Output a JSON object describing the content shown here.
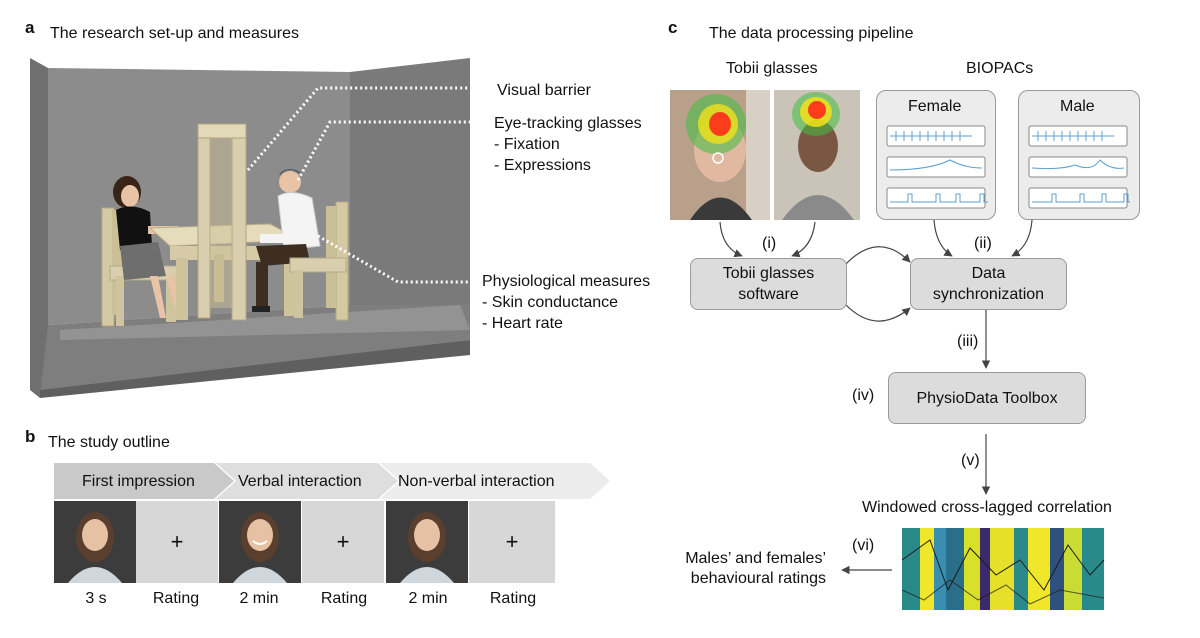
{
  "panel_a": {
    "label": "a",
    "title": "The research set-up and measures",
    "annotations": {
      "visual_barrier": "Visual barrier",
      "eye_tracking": "Eye-tracking glasses",
      "fixation": "- Fixation",
      "expressions": "- Expressions",
      "physiological": "Physiological measures",
      "skin_conductance": "- Skin conductance",
      "heart_rate": "- Heart rate"
    }
  },
  "panel_b": {
    "label": "b",
    "title": "The study outline",
    "phases": [
      "First impression",
      "Verbal interaction",
      "Non-verbal interaction"
    ],
    "tile_symbol": "+",
    "captions": [
      "3 s",
      "Rating",
      "2 min",
      "Rating",
      "2 min",
      "Rating"
    ]
  },
  "panel_c": {
    "label": "c",
    "title": "The data processing pipeline",
    "tobii_heading": "Tobii glasses",
    "biopac_heading": "BIOPACs",
    "female": "Female",
    "male": "Male",
    "tobii_software_line1": "Tobii glasses",
    "tobii_software_line2": "software",
    "data_sync_line1": "Data",
    "data_sync_line2": "synchronization",
    "toolbox": "PhysioData Toolbox",
    "wclc": "Windowed cross-lagged correlation",
    "ratings_line1": "Males’ and females’",
    "ratings_line2": "behavioural ratings",
    "steps": [
      "(i)",
      "(ii)",
      "(iii)",
      "(iv)",
      "(v)",
      "(vi)"
    ]
  },
  "colors": {
    "wall": "#8a8a8a",
    "wood": "#d9cfae",
    "box_fill": "#dcdcdc",
    "chevron_dark": "#c9c9c9",
    "chevron_light": "#ececec",
    "heat_red": "#ff2a1a",
    "heat_yellow": "#f2e21a",
    "heat_green": "#3fbf3f",
    "viridis_purple": "#3b2a6e",
    "viridis_teal": "#2a8a8a",
    "viridis_yellow": "#f0e62a"
  }
}
